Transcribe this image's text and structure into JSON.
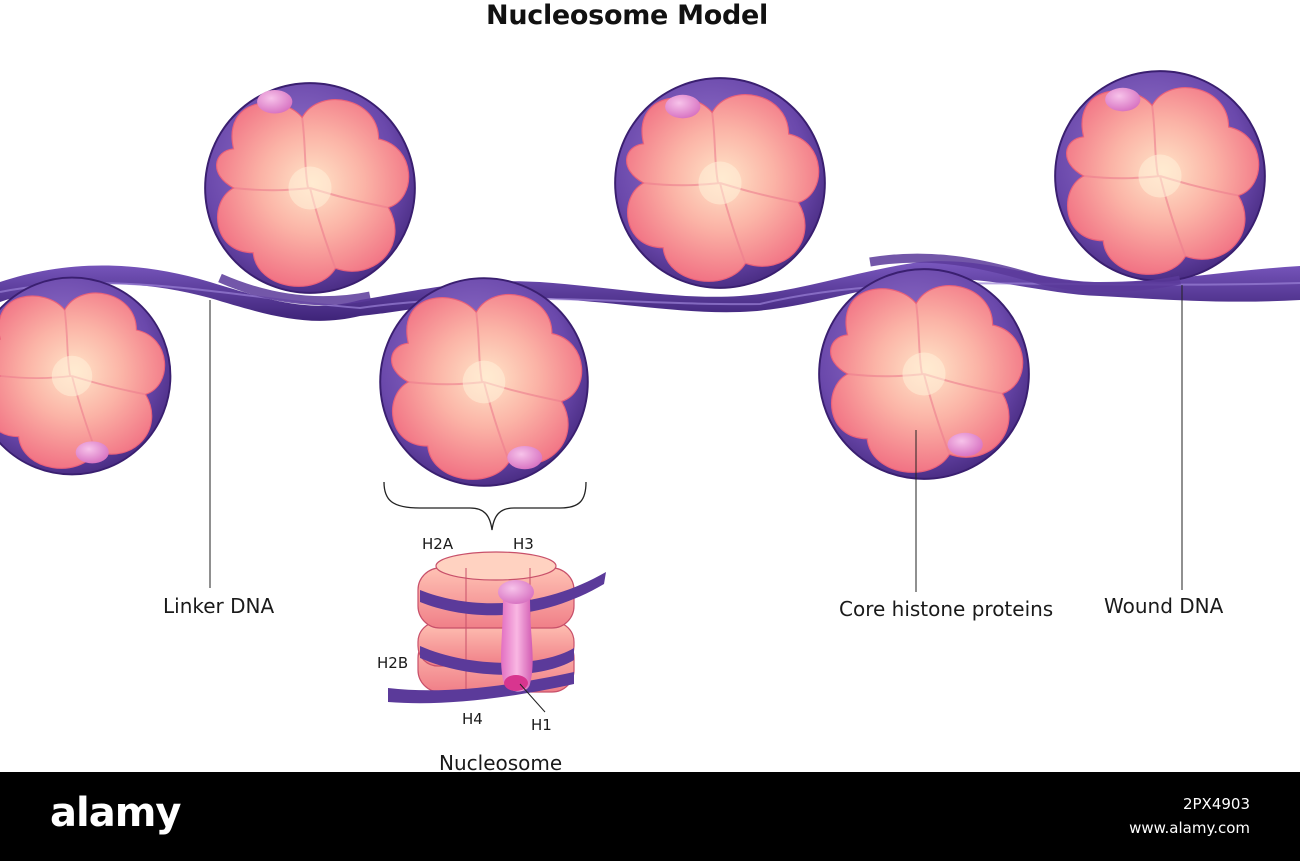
{
  "title": "Nucleosome Model",
  "labels": {
    "linker_dna": "Linker DNA",
    "core_histone": "Core histone proteins",
    "wound_dna": "Wound DNA",
    "nucleosome": "Nucleosome"
  },
  "histones": {
    "h2a": "H2A",
    "h3": "H3",
    "h2b": "H2B",
    "h4": "H4",
    "h1": "H1"
  },
  "footer": {
    "brand": "alamy",
    "image_id": "2PX4903",
    "site": "www.alamy.com"
  },
  "colors": {
    "dna": "#5b3a9a",
    "histone_body": "#f59a9e",
    "histone_highlight": "#ffe3c4",
    "h1_knob": "#e98fcf",
    "background": "#ffffff"
  }
}
